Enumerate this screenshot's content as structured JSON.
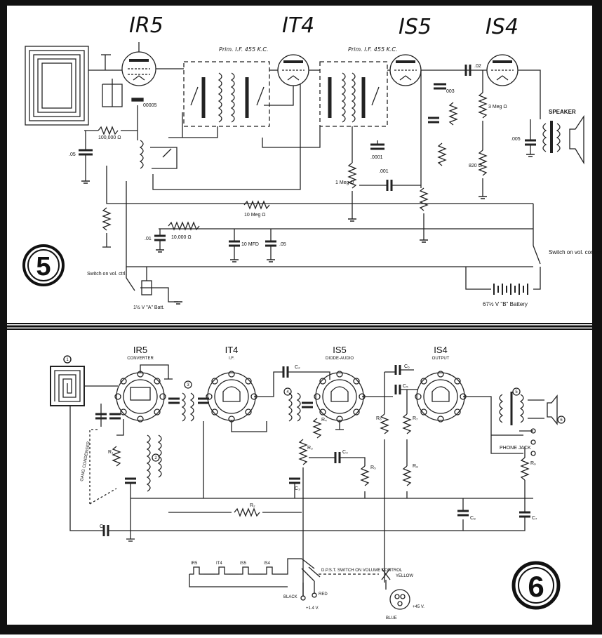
{
  "top": {
    "tubes": [
      "IR5",
      "IT4",
      "IS5",
      "IS4"
    ],
    "if_label_1": "Prim. I.F. 455 K.C.",
    "if_label_2": "Prim. I.F. 455 K.C.",
    "speaker": "SPEAKER",
    "values": {
      "c_00005": "00005",
      "r_100k": "100,000 Ω",
      "c_05": ".05",
      "r_10meg": "10 Meg Ω",
      "r_10000": "10,000 Ω",
      "c_01": ".01",
      "c_10mfd": "10 MFD",
      "c_05b": ".05",
      "c_0001": ".0001",
      "c_001": ".001",
      "r_1meg": "1 Meg Ω",
      "c_02": ".02",
      "c_005": ".005",
      "r_3meg": "3 Meg Ω",
      "r_820": "820 Ω",
      "c_003": "003"
    },
    "switch_label_right": "Switch on vol. control",
    "switch_label_left": "Switch on vol. ctrl.",
    "a_battery": "1½ V \"A\" Batt.",
    "b_battery": "67½ V \"B\" Battery",
    "fig_number": "5"
  },
  "bottom": {
    "tubes": [
      {
        "name": "IR5",
        "role": "CONVERTER"
      },
      {
        "name": "IT4",
        "role": "I.F."
      },
      {
        "name": "IS5",
        "role": "DIODE-AUDIO"
      },
      {
        "name": "IS4",
        "role": "OUTPUT"
      }
    ],
    "markers": [
      "1",
      "2",
      "3",
      "4",
      "5",
      "6"
    ],
    "parts": {
      "c1": "C₁",
      "c2": "C₂",
      "c3": "C₃",
      "c4": "C₄",
      "c5": "C₅",
      "c6": "C₆",
      "c7": "C₇",
      "c8": "C₈",
      "r1": "R₁",
      "r2": "R₂",
      "r3": "R₃",
      "r4": "R₄",
      "r5": "R₅",
      "r6": "R₆",
      "r7": "R₇",
      "r8": "R₈",
      "r9": "R₉"
    },
    "gang_condenser": "GANG CONDENSER",
    "phone_jack": "PHONE JACK",
    "switch_label": "D.P.S.T. SWITCH ON VOLUME CONTROL",
    "filament_tubes": [
      "IR5",
      "IT4",
      "IS5",
      "IS4"
    ],
    "wire_black": "BLACK",
    "wire_red": "RED",
    "wire_yellow": "YELLOW",
    "wire_blue": "BLUE",
    "a_plus": "+1.4 V.",
    "b_plus": "+45 V.",
    "fig_number": "6"
  }
}
